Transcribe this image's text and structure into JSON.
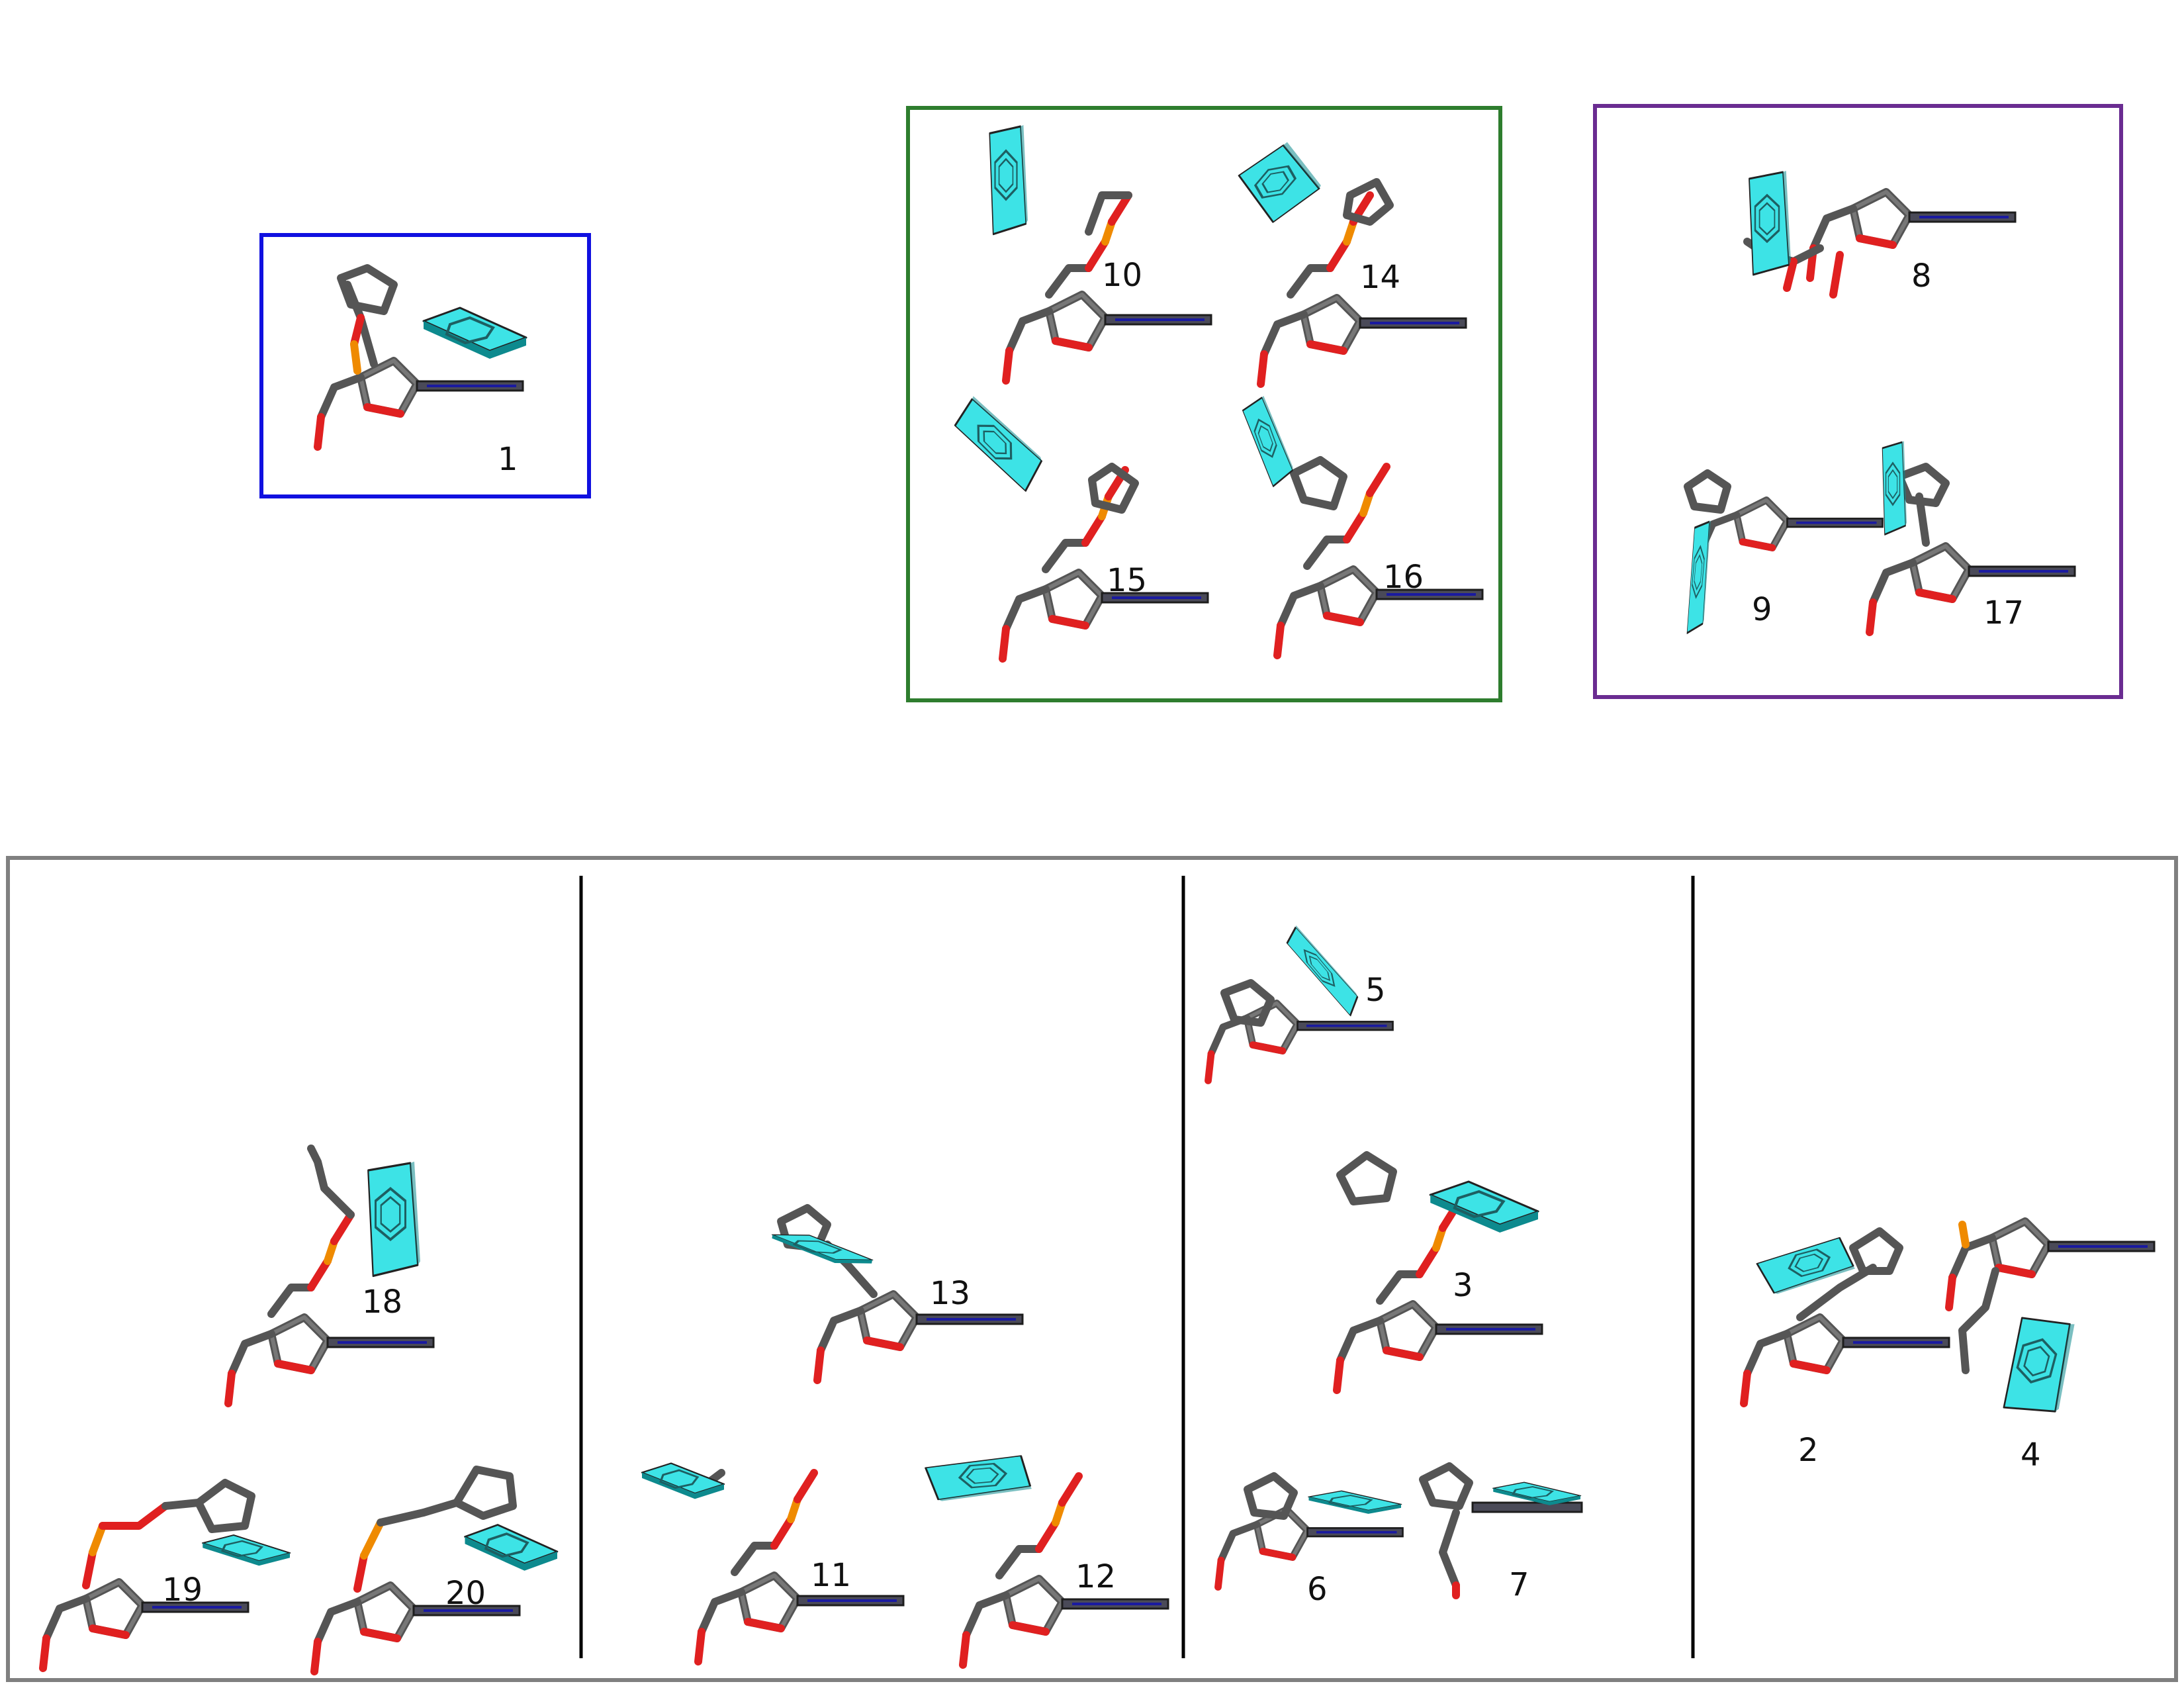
{
  "figure": {
    "groups": [
      {
        "id": "blue-group",
        "border_color": "#1010e0",
        "labels": [
          "1"
        ]
      },
      {
        "id": "green-group",
        "border_color": "#2e7d2e",
        "labels": [
          "10",
          "14",
          "15",
          "16"
        ]
      },
      {
        "id": "purple-group",
        "border_color": "#6a2c91",
        "labels": [
          "8",
          "9",
          "17"
        ]
      },
      {
        "id": "bottom-panel",
        "border_color": "#808080",
        "columns": [
          {
            "labels": [
              "18",
              "19",
              "20"
            ]
          },
          {
            "labels": [
              "13",
              "11",
              "12"
            ]
          },
          {
            "labels": [
              "5",
              "3",
              "6",
              "7"
            ]
          },
          {
            "labels": [
              "2",
              "4"
            ]
          }
        ]
      }
    ],
    "colors": {
      "ring_fill": "#3de3e6",
      "ring_dark": "#0d8a8e",
      "bond_carbon": "#555555",
      "bond_oxygen": "#e02020",
      "bond_phosphorus": "#ef8a00",
      "base_plate": "#4a4a58",
      "column_divider": "#000000"
    },
    "labels": {
      "l1": "1",
      "l2": "2",
      "l3": "3",
      "l4": "4",
      "l5": "5",
      "l6": "6",
      "l7": "7",
      "l8": "8",
      "l9": "9",
      "l10": "10",
      "l11": "11",
      "l12": "12",
      "l13": "13",
      "l14": "14",
      "l15": "15",
      "l16": "16",
      "l17": "17",
      "l18": "18",
      "l19": "19",
      "l20": "20"
    }
  }
}
